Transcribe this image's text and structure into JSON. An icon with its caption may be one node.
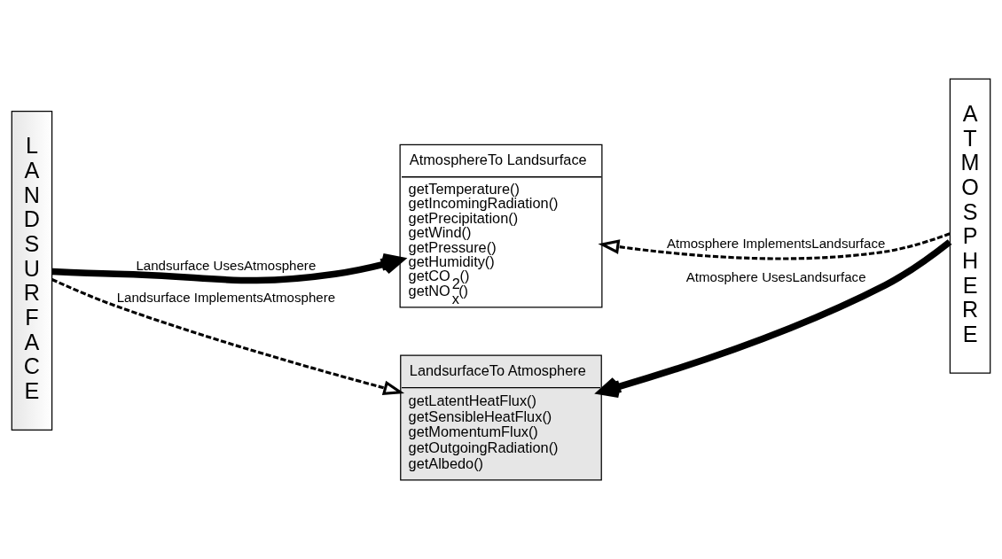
{
  "diagram": {
    "nodes": [
      {
        "text": [
          "LANDSURFACE"
        ]
      },
      {
        "text": [
          "AtmosphereTo Landsurface",
          "getTemperature()",
          "getIncomingRadiation()",
          "getPrecipitation()",
          "getWind()",
          "getPressure()",
          "getHumidity()",
          "getCO$_{2}$()",
          "getNO$_{x}$()"
        ]
      },
      {
        "text": [
          "ATMOSPHERE"
        ]
      },
      {
        "text": [
          "LandsurfaceTo Atmosphere",
          "getLatentHeatFlux()",
          "getSensibleHeatFlux()",
          "getMomentumFlux()",
          "getOutgoingRadiation()",
          "getAlbedo()"
        ]
      }
    ],
    "edges": [
      {
        "from": 0,
        "to": 1,
        "arrow": "to",
        "label": "Landsurface UsesAtmosphere",
        "style": "thick"
      },
      {
        "from": 2,
        "to": 1,
        "arrow": "to",
        "label": "Atmosphere ImplementsLandsurface",
        "style": "dashed"
      },
      {
        "from": 0,
        "to": 3,
        "arrow": "to",
        "label": "Landsurface ImplementsAtmosphere",
        "style": "dashed"
      },
      {
        "from": 2,
        "to": 3,
        "arrow": "to",
        "label": "Atmosphere UsesLandsurface",
        "style": "thick"
      }
    ]
  }
}
